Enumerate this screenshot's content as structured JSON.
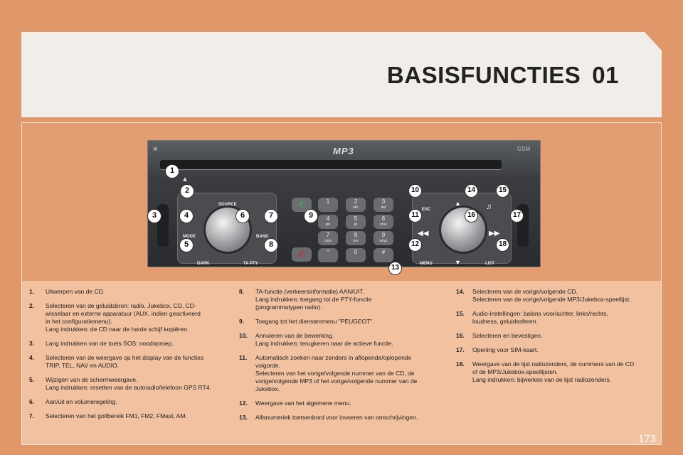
{
  "header": {
    "title": "BASISFUNCTIES",
    "chapter": "01"
  },
  "radio": {
    "mp3_label": "MP3",
    "gsm_label": "GSM",
    "buttons": {
      "source": "SOURCE",
      "mode": "MODE",
      "band": "BAND",
      "dark": "DARK",
      "ta": "TA PTY",
      "esc": "ESC",
      "menu": "MENU",
      "list": "LIST"
    },
    "keys": [
      {
        "n": "1",
        "s": ""
      },
      {
        "n": "2",
        "s": "abc"
      },
      {
        "n": "3",
        "s": "def"
      },
      {
        "n": "4",
        "s": "ghi"
      },
      {
        "n": "5",
        "s": "jkl"
      },
      {
        "n": "6",
        "s": "mno"
      },
      {
        "n": "7",
        "s": "pqrs"
      },
      {
        "n": "8",
        "s": "tuv"
      },
      {
        "n": "9",
        "s": "wxyz"
      },
      {
        "n": "*",
        "s": ""
      },
      {
        "n": "0",
        "s": ""
      },
      {
        "n": "#",
        "s": ""
      }
    ],
    "callouts": [
      "1",
      "2",
      "3",
      "4",
      "5",
      "6",
      "7",
      "8",
      "9",
      "10",
      "11",
      "12",
      "13",
      "14",
      "15",
      "16",
      "17",
      "18"
    ]
  },
  "items_col1": [
    {
      "num": "1.",
      "text": "Uitwerpen van de CD."
    },
    {
      "num": "2.",
      "text": "Selecteren van de geluidsbron: radio, Jukebox, CD, CD-\nwisselaar en externe apparatuur (AUX, indien geactiveerd\nin het configuratiemenu).\nLang indrukken: de CD naar de harde schijf kopiëren."
    },
    {
      "num": "3.",
      "text": "Lang indrukken van de toets SOS: noodoproep."
    },
    {
      "num": "4.",
      "text": "Selecteren van de weergave op het display van de functies\nTRIP, TEL, NAV en AUDIO."
    },
    {
      "num": "5.",
      "text": "Wijzigen van de schermweergave.\nLang indrukken: resetten van de autoradio/telefoon GPS RT4."
    },
    {
      "num": "6.",
      "text": "Aan/uit en volumeregeling."
    },
    {
      "num": "7.",
      "text": "Selecteren van het golfbereik FM1, FM2, FMast, AM."
    }
  ],
  "items_col2": [
    {
      "num": "8.",
      "text": "TA-functie (verkeersinformatie) AAN/UIT.\nLang indrukken: toegang tot de PTY-functie\n(programmatypen radio)."
    },
    {
      "num": "9.",
      "text": "Toegang tot het dienstenmenu \"PEUGEOT\"."
    },
    {
      "num": "10.",
      "text": "Annuleren van de bewerking.\nLang indrukken: terugkeren naar de actieve functie."
    },
    {
      "num": "11.",
      "text": "Automatisch zoeken naar zenders in aflopende/oplopende\nvolgorde.\nSelecteren van het vorige/volgende nummer van de CD, de\nvorige/volgende MP3 of het vorige/volgende nummer van de\nJukebox."
    },
    {
      "num": "12.",
      "text": "Weergave van het algemene menu."
    },
    {
      "num": "13.",
      "text": "Alfanumeriek toetsenbord voor invoeren van omschrijvingen."
    }
  ],
  "items_col3": [
    {
      "num": "14.",
      "text": "Selecteren van de vorige/volgende CD.\nSelecteren van de vorige/volgende MP3/Jukebox-speellijst."
    },
    {
      "num": "15.",
      "text": "Audio-instellingen: balans voor/achter, links/rechts,\nloudness, geluidssferen."
    },
    {
      "num": "16.",
      "text": "Selecteren en bevestigen."
    },
    {
      "num": "17.",
      "text": "Opening voor SIM-kaart."
    },
    {
      "num": "18.",
      "text": "Weergave van de lijst radiozenders, de nummers van de CD\nof de MP3/Jukebox-speellijsten.\nLang indrukken: bijwerken van de lijst radiozenders."
    }
  ],
  "footer": {
    "page_number": "173"
  }
}
